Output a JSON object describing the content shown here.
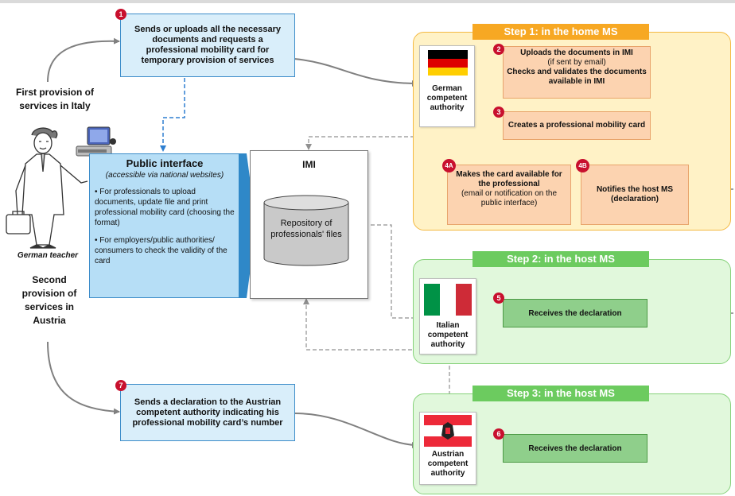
{
  "step1_header": "Step 1: in the home MS",
  "step2_header": "Step 2: in the host MS",
  "step3_header": "Step 3: in the host MS",
  "first_provision": "First provision of services in Italy",
  "second_provision": "Second provision of services in Austria",
  "german_teacher": "German teacher",
  "box1": {
    "num": "1",
    "text": "Sends or uploads all the necessary documents and requests a professional mobility card for temporary provision of services"
  },
  "box7": {
    "num": "7",
    "text": "Sends a declaration to the Austrian competent authority indicating his professional mobility card’s number"
  },
  "public_interface": {
    "title": "Public interface",
    "subtitle": "(accessible via national websites)",
    "bullet1": "• For professionals to upload documents, update file and print professional mobility card (choosing the format)",
    "bullet2": "• For employers/public authorities/ consumers to check the validity of the card"
  },
  "imi": {
    "title": "IMI",
    "repo": "Repository of professionals' files"
  },
  "german_authority": "German competent authority",
  "italian_authority": "Italian competent authority",
  "austrian_authority": "Austrian competent authority",
  "box2": {
    "num": "2",
    "line1": "Uploads the documents in IMI",
    "line2": "(if sent by email)",
    "line3": "Checks and validates the documents available in IMI"
  },
  "box3": {
    "num": "3",
    "text": "Creates a professional mobility card"
  },
  "box4a": {
    "num": "4A",
    "line1": "Makes the card available for the professional",
    "line2": "(email or notification on the public interface)"
  },
  "box4b": {
    "num": "4B",
    "text": "Notifies the host MS (declaration)"
  },
  "box5": {
    "num": "5",
    "text": "Receives the declaration"
  },
  "box6": {
    "num": "6",
    "text": "Receives the declaration"
  },
  "colors": {
    "blue_box": "#d9eefa",
    "orange_region": "#fff2c6",
    "green_region": "#e1f8dc",
    "step_orange": "#f7a823",
    "step_green": "#6ccb5f",
    "badge_red": "#c8102e"
  }
}
